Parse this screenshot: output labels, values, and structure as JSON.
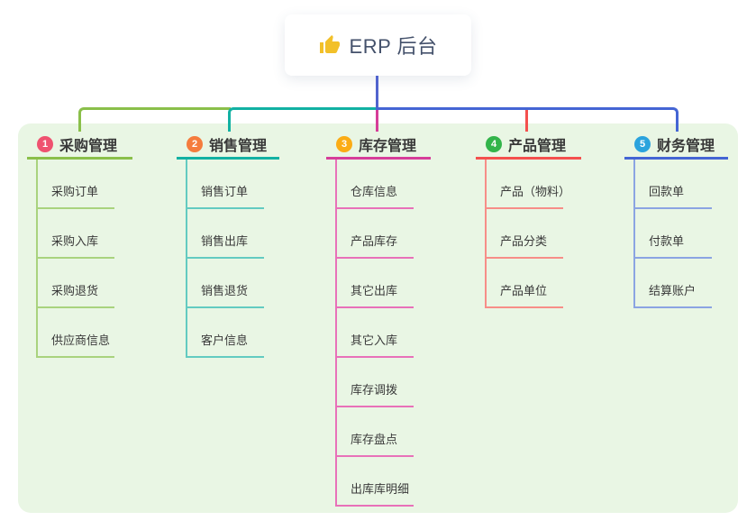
{
  "root": {
    "title": "ERP 后台",
    "icon": "thumbs-up-icon",
    "icon_color": "#f2c029",
    "line_color": "#5164ce"
  },
  "colors": {
    "panel_bg": "#e9f6e4",
    "root_text": "#44516b",
    "title_text": "#383838",
    "child_text": "#3a3a3a"
  },
  "branches": [
    {
      "num": "1",
      "title": "采购管理",
      "badge_color": "#ef5270",
      "line_color": "#8abf4a",
      "child_color": "#a9d37e",
      "children": [
        "采购订单",
        "采购入库",
        "采购退货",
        "供应商信息"
      ]
    },
    {
      "num": "2",
      "title": "销售管理",
      "badge_color": "#f57c3d",
      "line_color": "#12b1a3",
      "child_color": "#63cbc1",
      "children": [
        "销售订单",
        "销售出库",
        "销售退货",
        "客户信息"
      ]
    },
    {
      "num": "3",
      "title": "库存管理",
      "badge_color": "#fbac15",
      "line_color": "#d63d99",
      "child_color": "#e871b9",
      "children": [
        "仓库信息",
        "产品库存",
        "其它出库",
        "其它入库",
        "库存调拨",
        "库存盘点",
        "出库库明细"
      ]
    },
    {
      "num": "4",
      "title": "产品管理",
      "badge_color": "#32b44a",
      "line_color": "#f4504e",
      "child_color": "#f78e88",
      "children": [
        "产品（物料）",
        "产品分类",
        "产品单位"
      ]
    },
    {
      "num": "5",
      "title": "财务管理",
      "badge_color": "#2aa3dd",
      "line_color": "#4465d4",
      "child_color": "#8ba4e2",
      "children": [
        "回款单",
        "付款单",
        "结算账户"
      ]
    }
  ]
}
